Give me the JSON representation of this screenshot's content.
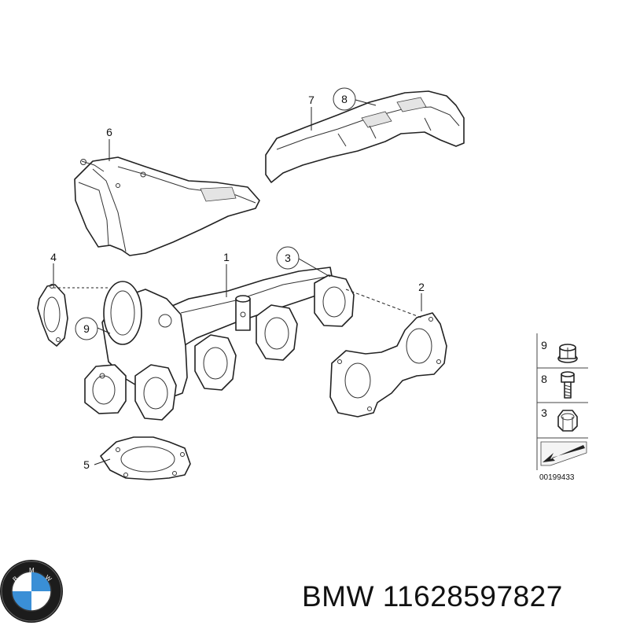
{
  "callouts": {
    "c1": "1",
    "c2": "2",
    "c3": "3",
    "c4": "4",
    "c5": "5",
    "c6": "6",
    "c7": "7",
    "c8": "8",
    "c9": "9"
  },
  "legend": {
    "items": [
      {
        "number": "9",
        "part": "hex-flange-nut"
      },
      {
        "number": "8",
        "part": "bolt"
      },
      {
        "number": "3",
        "part": "self-locking-nut"
      }
    ],
    "diagram_code": "00199433"
  },
  "logo": {
    "brand_letters": "BMW"
  },
  "caption": "BMW 11628597827",
  "colors": {
    "line": "#222222",
    "shade": "#e4e4e4",
    "logo_blue": "#3a8fd6"
  }
}
